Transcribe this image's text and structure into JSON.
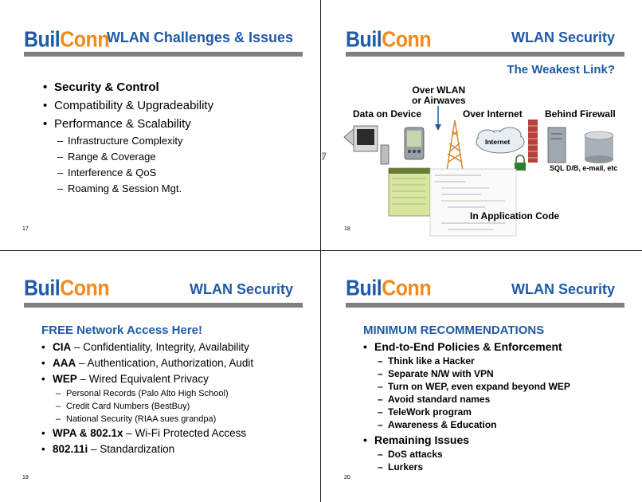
{
  "logo": {
    "part1": "Buil",
    "part2": "Conn"
  },
  "slides": [
    {
      "title": "WLAN Challenges & Issues",
      "number": "17",
      "bullets": [
        "Security & Control",
        "Compatibility & Upgradeability",
        "Performance & Scalability"
      ],
      "sub_bullets": [
        "Infrastructure Complexity",
        "Range & Coverage",
        "Interference & QoS",
        "Roaming & Session Mgt."
      ]
    },
    {
      "title": "WLAN Security",
      "number": "18",
      "subtitle": "The Weakest Link?",
      "labels": {
        "over_wlan": "Over WLAN",
        "or_airwaves": "or Airwaves",
        "data_on_device": "Data on Device",
        "over_internet": "Over Internet",
        "behind_firewall": "Behind Firewall",
        "internet": "Internet",
        "sql": "SQL D/B, e-mail, etc",
        "app_code": "In Application Code"
      }
    },
    {
      "title": "WLAN Security",
      "number": "19",
      "heading": "FREE Network Access Here!",
      "items": [
        {
          "term": "CIA",
          "desc": " – Confidentiality, Integrity, Availability"
        },
        {
          "term": "AAA",
          "desc": " – Authentication, Authorization, Audit"
        },
        {
          "term": "WEP",
          "desc": " – Wired Equivalent Privacy"
        }
      ],
      "sub_items": [
        "Personal Records (Palo Alto High School)",
        "Credit Card Numbers (BestBuy)",
        "National Security (RIAA sues grandpa)"
      ],
      "items2": [
        {
          "term": "WPA & 802.1x",
          "desc": " – Wi-Fi Protected Access"
        },
        {
          "term": "802.11i",
          "desc": " – Standardization"
        }
      ]
    },
    {
      "title": "WLAN Security",
      "number": "20",
      "heading": "MINIMUM RECOMMENDATIONS",
      "bullet1": "End-to-End Policies & Enforcement",
      "sub1": [
        "Think like a Hacker",
        "Separate N/W with VPN",
        "Turn on WEP, even expand beyond WEP",
        "Avoid standard names",
        "TeleWork program",
        "Awareness & Education"
      ],
      "bullet2": "Remaining Issues",
      "sub2": [
        "DoS attacks",
        "Lurkers"
      ]
    }
  ]
}
